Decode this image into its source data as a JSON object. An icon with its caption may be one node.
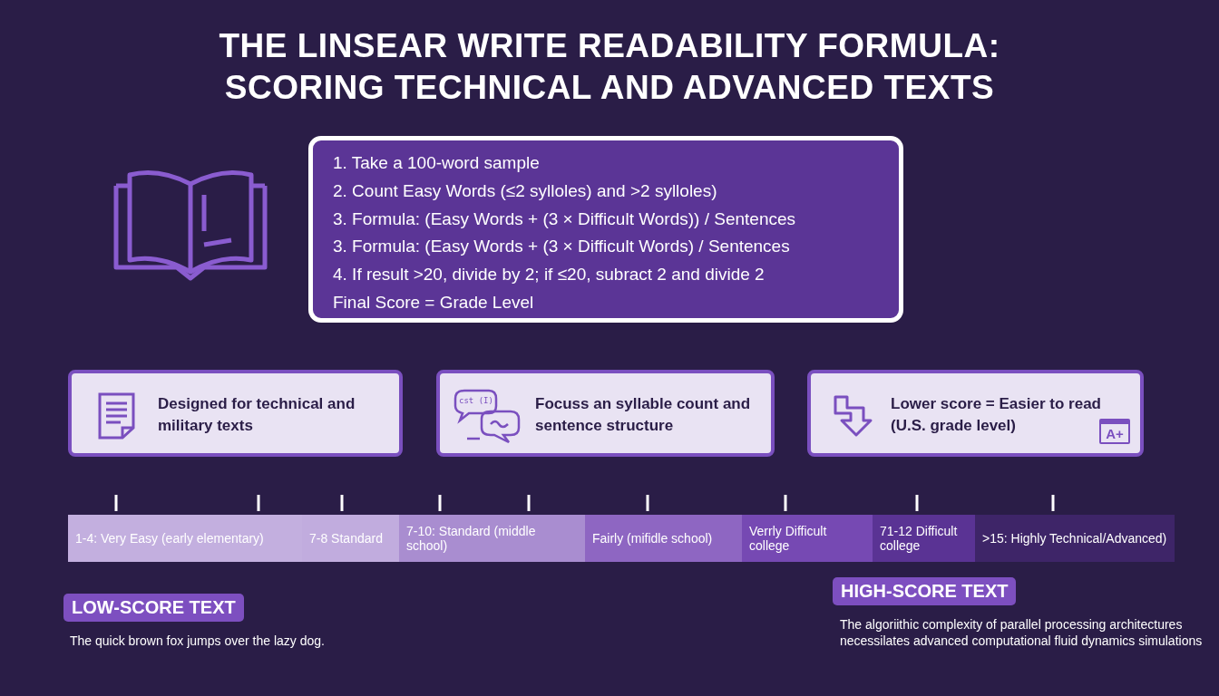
{
  "diagram": {
    "title": "THE LINSEAR WRITE READABILITY FORMULA: SCORING TECHNICAL AND ADVANCED TEXTS",
    "nodes": [
      {
        "text": [
          "1. Take a 100-word sample",
          "2. Count Easy Words (≤2 sylloles) and >2 sylloles)",
          "3. Formula: (Easy Words + (3 × Difficult Words)) / Sentences",
          "3. Formula: (Easy Words + (3 × Difficult Words) / Sentences",
          "4. If result >20, divide by 2; if ≤20, subract 2 and divide 2",
          "Final Score = Grade Level"
        ]
      },
      {
        "text": [
          "Designed for technical and military texts"
        ]
      },
      {
        "text": [
          "Focuss an syllable count and sentence structure"
        ]
      },
      {
        "text": [
          "Lower score = Easier to read (U.S. grade level)"
        ]
      },
      {
        "text": [
          "1-4: Very Easy (early elementary)"
        ]
      },
      {
        "text": [
          "7-8 Standard"
        ]
      },
      {
        "text": [
          "7-10: Standard (middle school)"
        ]
      },
      {
        "text": [
          "Fairly (mifidle school)"
        ]
      },
      {
        "text": [
          "Verrly Difficult college"
        ]
      },
      {
        "text": [
          "71-12 Difficult college"
        ]
      },
      {
        "text": [
          ">15: Highly Technical/Advanced)"
        ]
      },
      {
        "text": [
          "LOW-SCORE TEXT"
        ],
        "beside": [
          "The quick brown fox jumps over the lazy dog."
        ]
      },
      {
        "text": [
          "HIGH-SCORE TEXT"
        ],
        "beside": [
          "The algoriithic complexity of parallel processing architectures necessilates advanced computational fluid dynamics simulations"
        ]
      }
    ],
    "labels": [
      "cst (I)",
      "A+"
    ]
  }
}
